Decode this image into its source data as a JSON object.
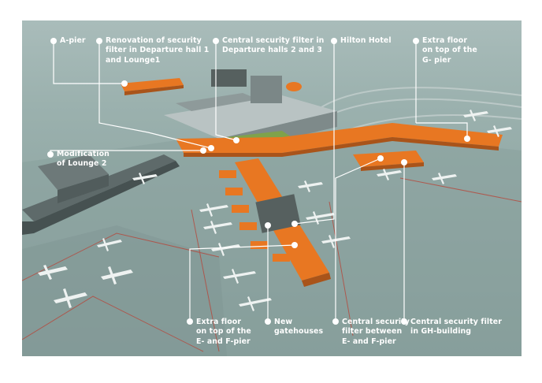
{
  "callouts": {
    "a_pier": "A-pier",
    "renovation_security": "Renovation of security\nfilter in Departure hall 1\nand Lounge1",
    "central_security_dh23": "Central security filter in\nDeparture halls 2 and 3",
    "hilton_hotel": "Hilton Hotel",
    "extra_floor_g": "Extra floor\non top of the\nG- pier",
    "modification_lounge2": "Modification\nof Lounge 2",
    "extra_floor_ef": "Extra floor\non top of the\nE- and F-pier",
    "new_gatehouses": "New\ngatehouses",
    "central_security_ef": "Central security\nfilter between\nE- and F-pier",
    "central_security_gh": "Central security filter\nin GH-building"
  },
  "colors": {
    "background_sky": "#9fb4b1",
    "ground": "#8ea5a2",
    "highlight_orange": "#e87722",
    "callout_line": "#ffffff"
  }
}
